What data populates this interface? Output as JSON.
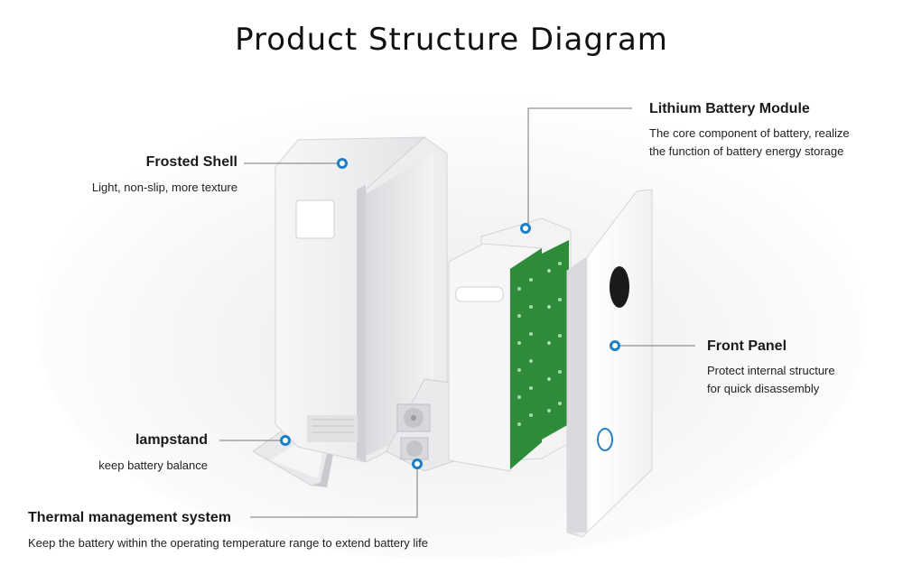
{
  "title": "Product Structure Diagram",
  "callouts": {
    "frosted_shell": {
      "heading": "Frosted Shell",
      "desc": "Light, non-slip, more texture"
    },
    "lithium_module": {
      "heading": "Lithium Battery Module",
      "desc_line1": "The core component of battery, realize",
      "desc_line2": "the function of battery energy storage"
    },
    "front_panel": {
      "heading": "Front Panel",
      "desc_line1": "Protect internal structure",
      "desc_line2": "for quick disassembly"
    },
    "lampstand": {
      "heading": "lampstand",
      "desc": "keep battery balance"
    },
    "thermal": {
      "heading": "Thermal management system",
      "desc": "Keep the battery within the operating temperature range to extend battery life"
    }
  },
  "colors": {
    "accent": "#1e7fc4",
    "pcb_green": "#2e8b3a",
    "shell": "#f4f5f6",
    "line": "#777777"
  }
}
